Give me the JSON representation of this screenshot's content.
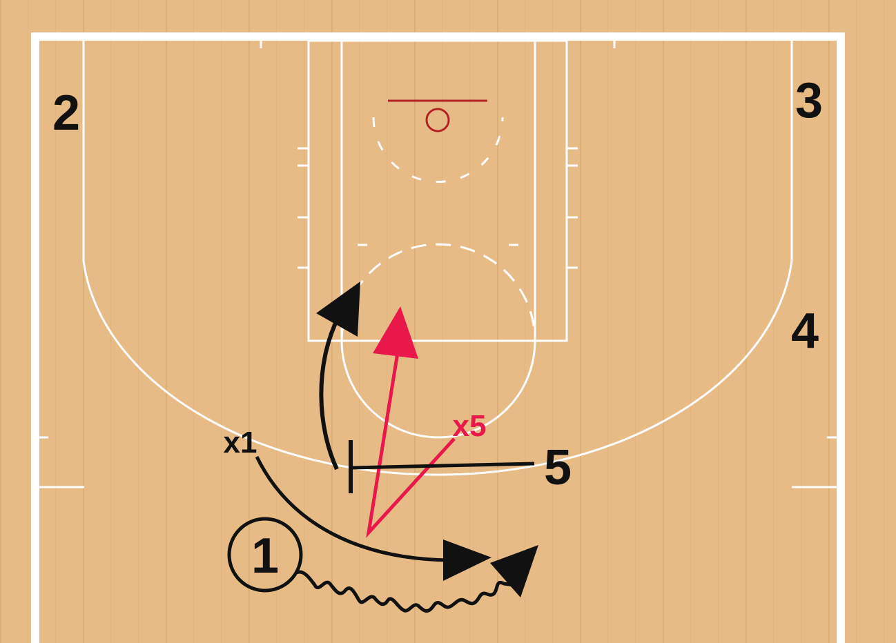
{
  "court": {
    "wood_color": "#e7bb86",
    "wood_stripe": "#dcae77",
    "line_color": "#ffffff",
    "rim_color": "#b22222"
  },
  "players": {
    "p1": "1",
    "p2": "2",
    "p3": "3",
    "p4": "4",
    "p5": "5"
  },
  "defenders": {
    "x1": "x1",
    "x5": "x5"
  },
  "colors": {
    "offense": "#111111",
    "defense_x1": "#111111",
    "defense_x5": "#e8184a"
  },
  "actions": [
    {
      "type": "cut",
      "description_icon": "cut-arrow-icon"
    },
    {
      "type": "screen",
      "description_icon": "screen-bar-icon"
    },
    {
      "type": "dribble",
      "description_icon": "dribble-zigzag-icon"
    },
    {
      "type": "defender-move",
      "description_icon": "defender-arrow-icon"
    }
  ]
}
